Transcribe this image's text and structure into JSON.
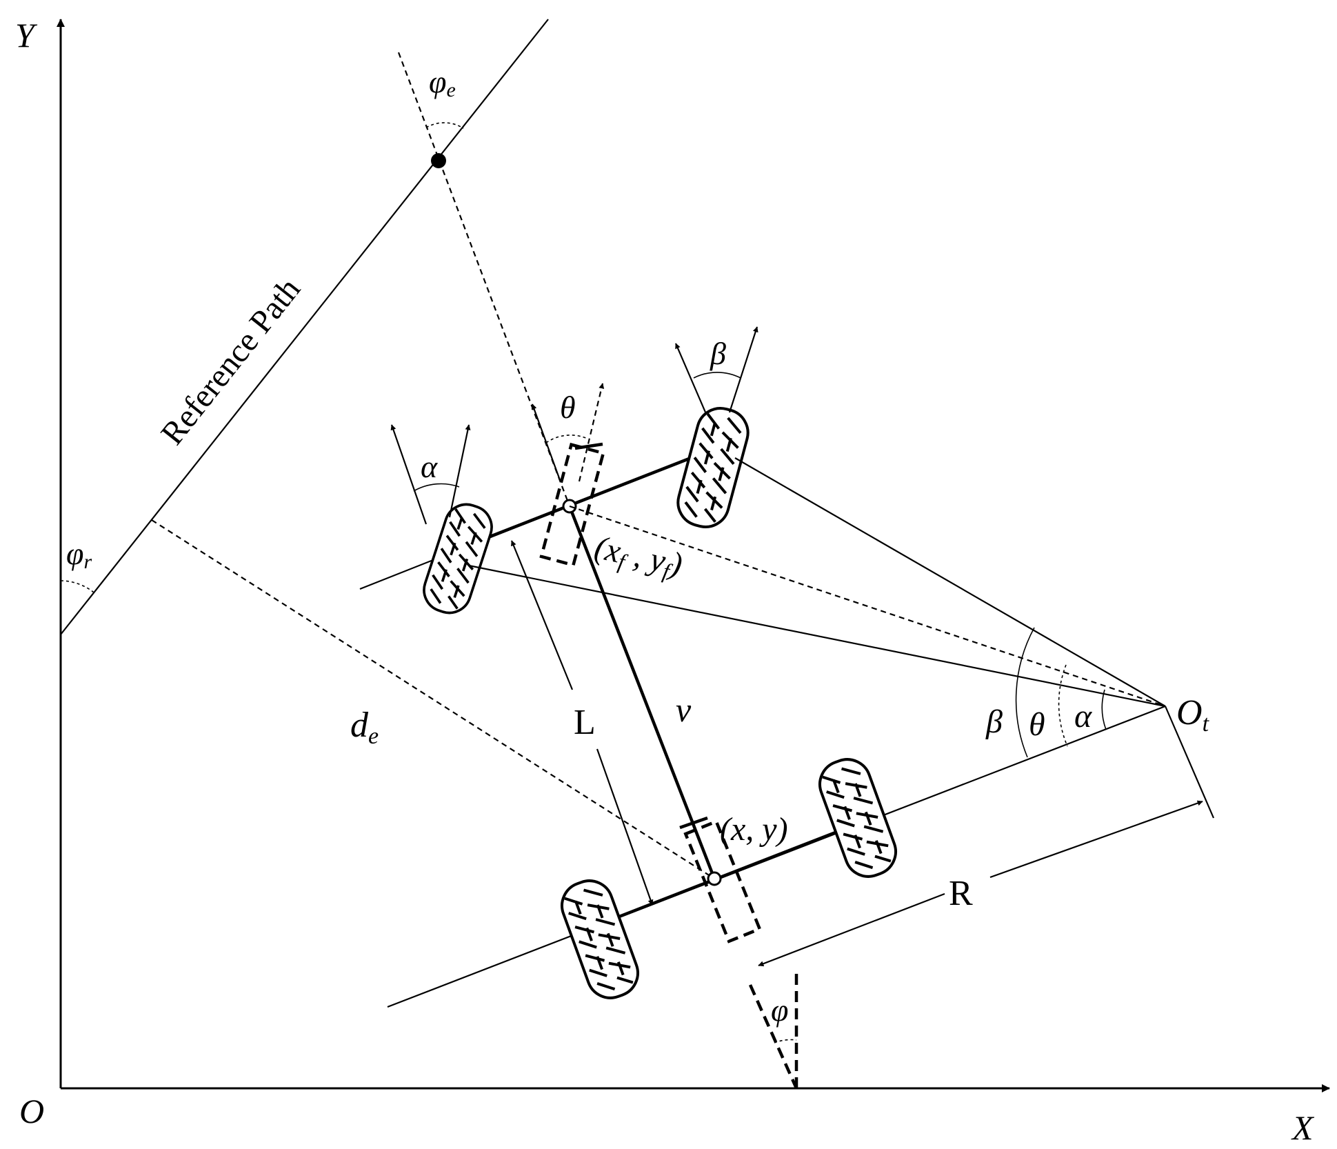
{
  "figure": {
    "axes": {
      "x_label": "X",
      "y_label": "Y",
      "origin_label": "O"
    },
    "reference_path_label": "Reference Path",
    "angles": {
      "phi_e": "φ",
      "phi_e_sub": "e",
      "phi_r": "φ",
      "phi_r_sub": "r",
      "phi": "φ",
      "alpha": "α",
      "beta": "β",
      "theta": "θ"
    },
    "labels": {
      "front_point_open": "(x",
      "front_point_sub_f": "f",
      "front_point_mid": " , y",
      "front_point_close": ")",
      "rear_point": "(x, y)",
      "wheelbase": "L",
      "velocity": "v",
      "turn_center": "O",
      "turn_center_sub": "t",
      "radius": "R",
      "lateral_error": "d",
      "lateral_error_sub": "e"
    },
    "colors": {
      "ink": "#000000",
      "background": "#ffffff"
    }
  }
}
